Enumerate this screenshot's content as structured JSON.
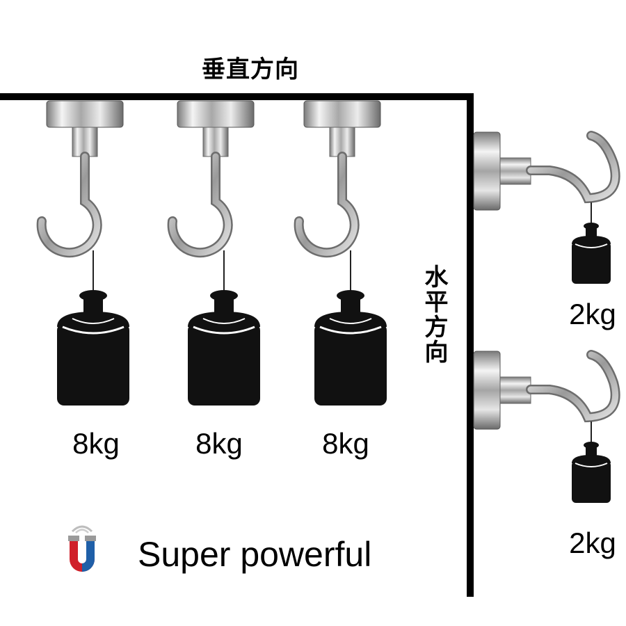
{
  "labels": {
    "vertical": "垂直方向",
    "horizontal": "水平方向"
  },
  "weights": {
    "vertical": [
      "8kg",
      "8kg",
      "8kg"
    ],
    "horizontal": [
      "2kg",
      "2kg"
    ]
  },
  "tagline": "Super powerful",
  "icons": {
    "magnet": "horseshoe-magnet-icon"
  },
  "colors": {
    "line": "#000000",
    "magnet_red": "#d0202a",
    "magnet_blue": "#1f5fa8",
    "chrome_light": "#f2f2f2",
    "chrome_dark": "#6d6d6d"
  }
}
